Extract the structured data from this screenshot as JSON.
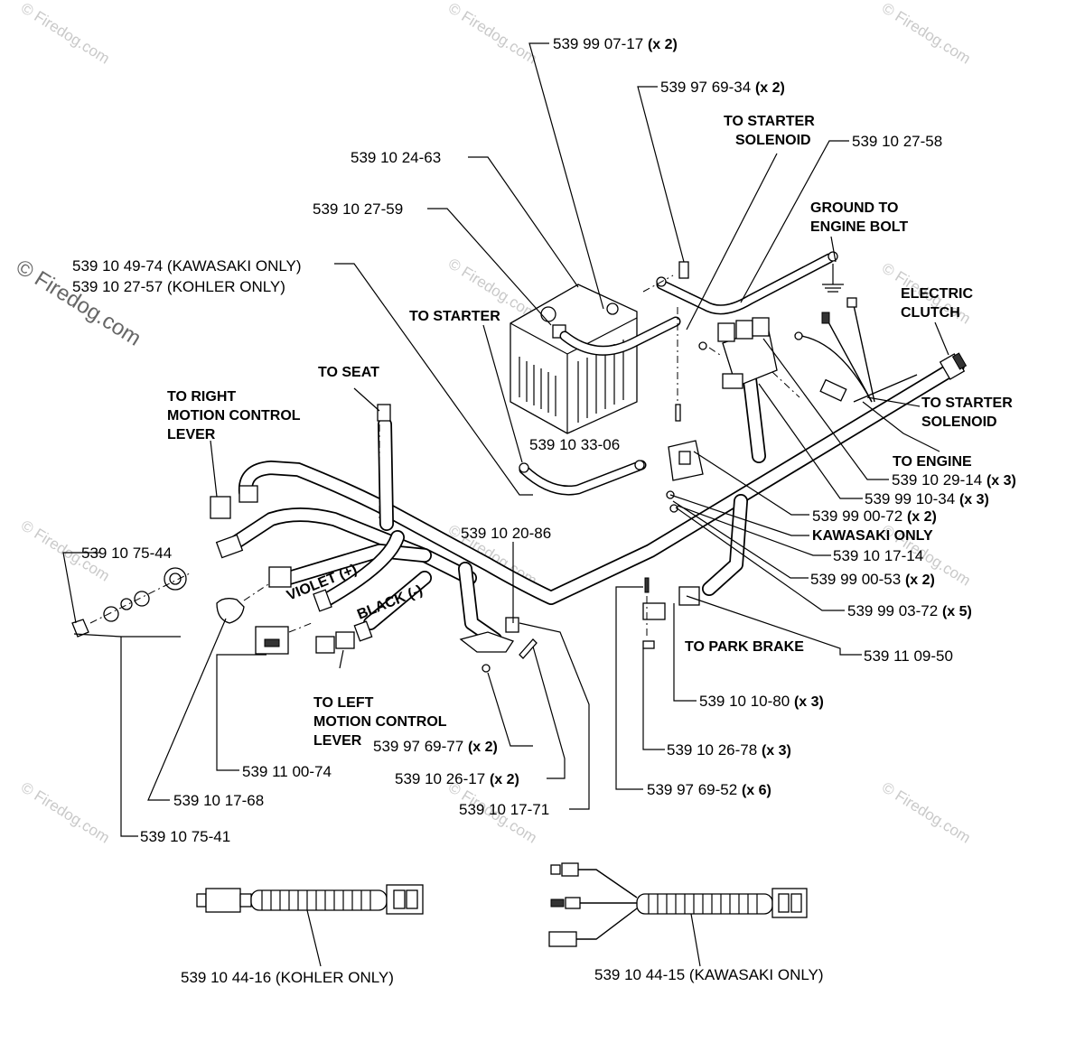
{
  "watermark": {
    "tile": "© Firedog.com",
    "main": "© Firedog.com"
  },
  "callouts": {
    "c1": {
      "part": "539 99 07-17",
      "qty": "(x 2)"
    },
    "c2": {
      "part": "539 97 69-34",
      "qty": "(x 2)"
    },
    "c3": {
      "part": "539 10 24-63",
      "qty": ""
    },
    "c4": {
      "part": "539 10 27-58",
      "qty": ""
    },
    "c5": {
      "part": "539 10 27-59",
      "qty": ""
    },
    "c6": {
      "part": "539 10 49-74 (KAWASAKI ONLY)",
      "qty": ""
    },
    "c7": {
      "part": "539 10 27-57 (KOHLER ONLY)",
      "qty": ""
    },
    "c8": {
      "part": "539 10 33-06",
      "qty": ""
    },
    "c9": {
      "part": "539 10 29-14",
      "qty": "(x 3)"
    },
    "c10": {
      "part": "539 99 10-34",
      "qty": "(x 3)"
    },
    "c11": {
      "part": "539 99 00-72",
      "qty": "(x 2)"
    },
    "c12": {
      "part": "539 10 17-14",
      "qty": ""
    },
    "c13": {
      "part": "539 99 00-53",
      "qty": "(x 2)"
    },
    "c14": {
      "part": "539 99 03-72",
      "qty": "(x 5)"
    },
    "c15": {
      "part": "539 11 09-50",
      "qty": ""
    },
    "c16": {
      "part": "539 10 10-80",
      "qty": "(x 3)"
    },
    "c17": {
      "part": "539 10 26-78",
      "qty": "(x 3)"
    },
    "c18": {
      "part": "539 97 69-52",
      "qty": "(x 6)"
    },
    "c19": {
      "part": "539 10 20-86",
      "qty": ""
    },
    "c20": {
      "part": "539 10 75-44",
      "qty": ""
    },
    "c21": {
      "part": "539 97 69-77",
      "qty": "(x 2)"
    },
    "c22": {
      "part": "539 10 26-17",
      "qty": "(x 2)"
    },
    "c23": {
      "part": "539 10 17-71",
      "qty": ""
    },
    "c24": {
      "part": "539 11 00-74",
      "qty": ""
    },
    "c25": {
      "part": "539 10 17-68",
      "qty": ""
    },
    "c26": {
      "part": "539 10 75-41",
      "qty": ""
    },
    "c27": {
      "part": "539 10 44-16 (KOHLER ONLY)",
      "qty": ""
    },
    "c28": {
      "part": "539 10 44-15 (KAWASAKI ONLY)",
      "qty": ""
    }
  },
  "notes": {
    "to_starter_solenoid_top_1": "TO STARTER",
    "to_starter_solenoid_top_2": "SOLENOID",
    "ground_1": "GROUND TO",
    "ground_2": "ENGINE BOLT",
    "electric_clutch_1": "ELECTRIC",
    "electric_clutch_2": "CLUTCH",
    "to_starter": "TO STARTER",
    "to_seat": "TO SEAT",
    "right_lever_1": "TO RIGHT",
    "right_lever_2": "MOTION CONTROL",
    "right_lever_3": "LEVER",
    "to_starter_solenoid_right_1": "TO STARTER",
    "to_starter_solenoid_right_2": "SOLENOID",
    "to_engine": "TO ENGINE",
    "kawasaki_only": "KAWASAKI ONLY",
    "to_park_brake": "TO PARK BRAKE",
    "violet": "VIOLET (+)",
    "black": "BLACK (-)",
    "left_lever_1": "TO LEFT",
    "left_lever_2": "MOTION CONTROL",
    "left_lever_3": "LEVER"
  }
}
